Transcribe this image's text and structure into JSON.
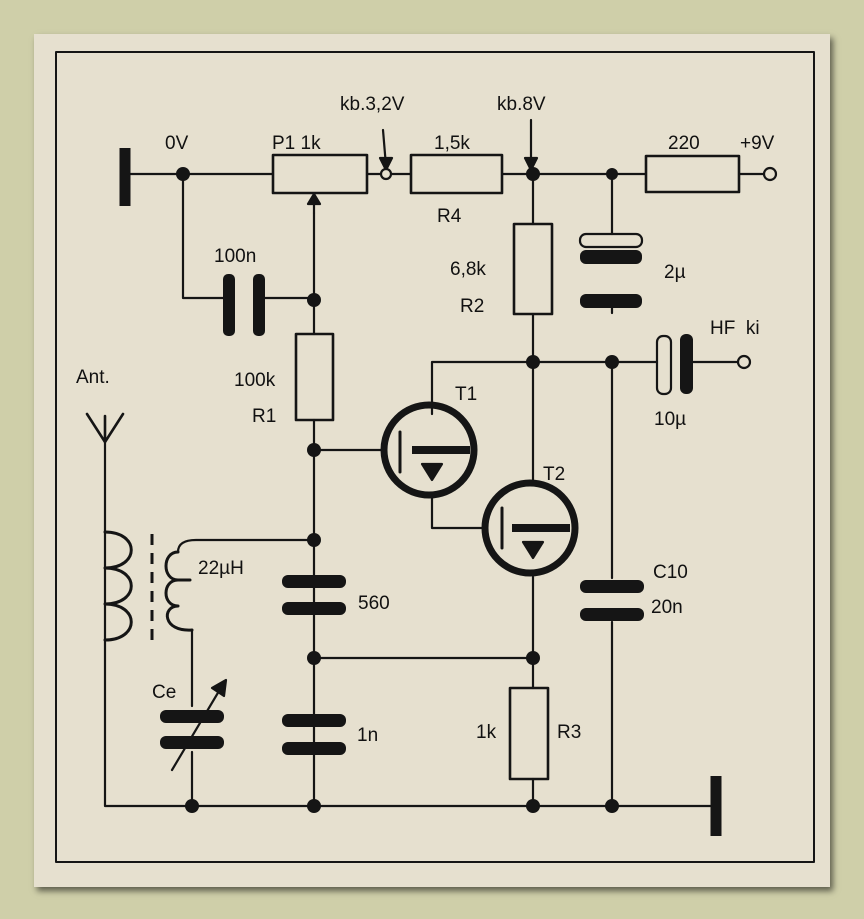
{
  "labels": {
    "zero_v": "0V",
    "p1": "P1 1k",
    "kb32": "kb.3,2V",
    "r4_val": "1,5k",
    "r4": "R4",
    "kb8": "kb.8V",
    "r_220": "220",
    "plus9v": "+9V",
    "c_100n": "100n",
    "r2_val": "6,8k",
    "r2": "R2",
    "c_2u": "2µ",
    "hf_ki": "HF  ki",
    "c_10u": "10µ",
    "ant": "Ant.",
    "r1_val": "100k",
    "r1": "R1",
    "t1": "T1",
    "t2": "T2",
    "l_22uh": "22µH",
    "c_560": "560",
    "c10": "C10",
    "c10_val": "20n",
    "ce": "Ce",
    "c_1n": "1n",
    "r3_val": "1k",
    "r3": "R3"
  },
  "colors": {
    "ink": "#151515",
    "paper": "#e6e0cf",
    "background": "#cfcfa9"
  }
}
